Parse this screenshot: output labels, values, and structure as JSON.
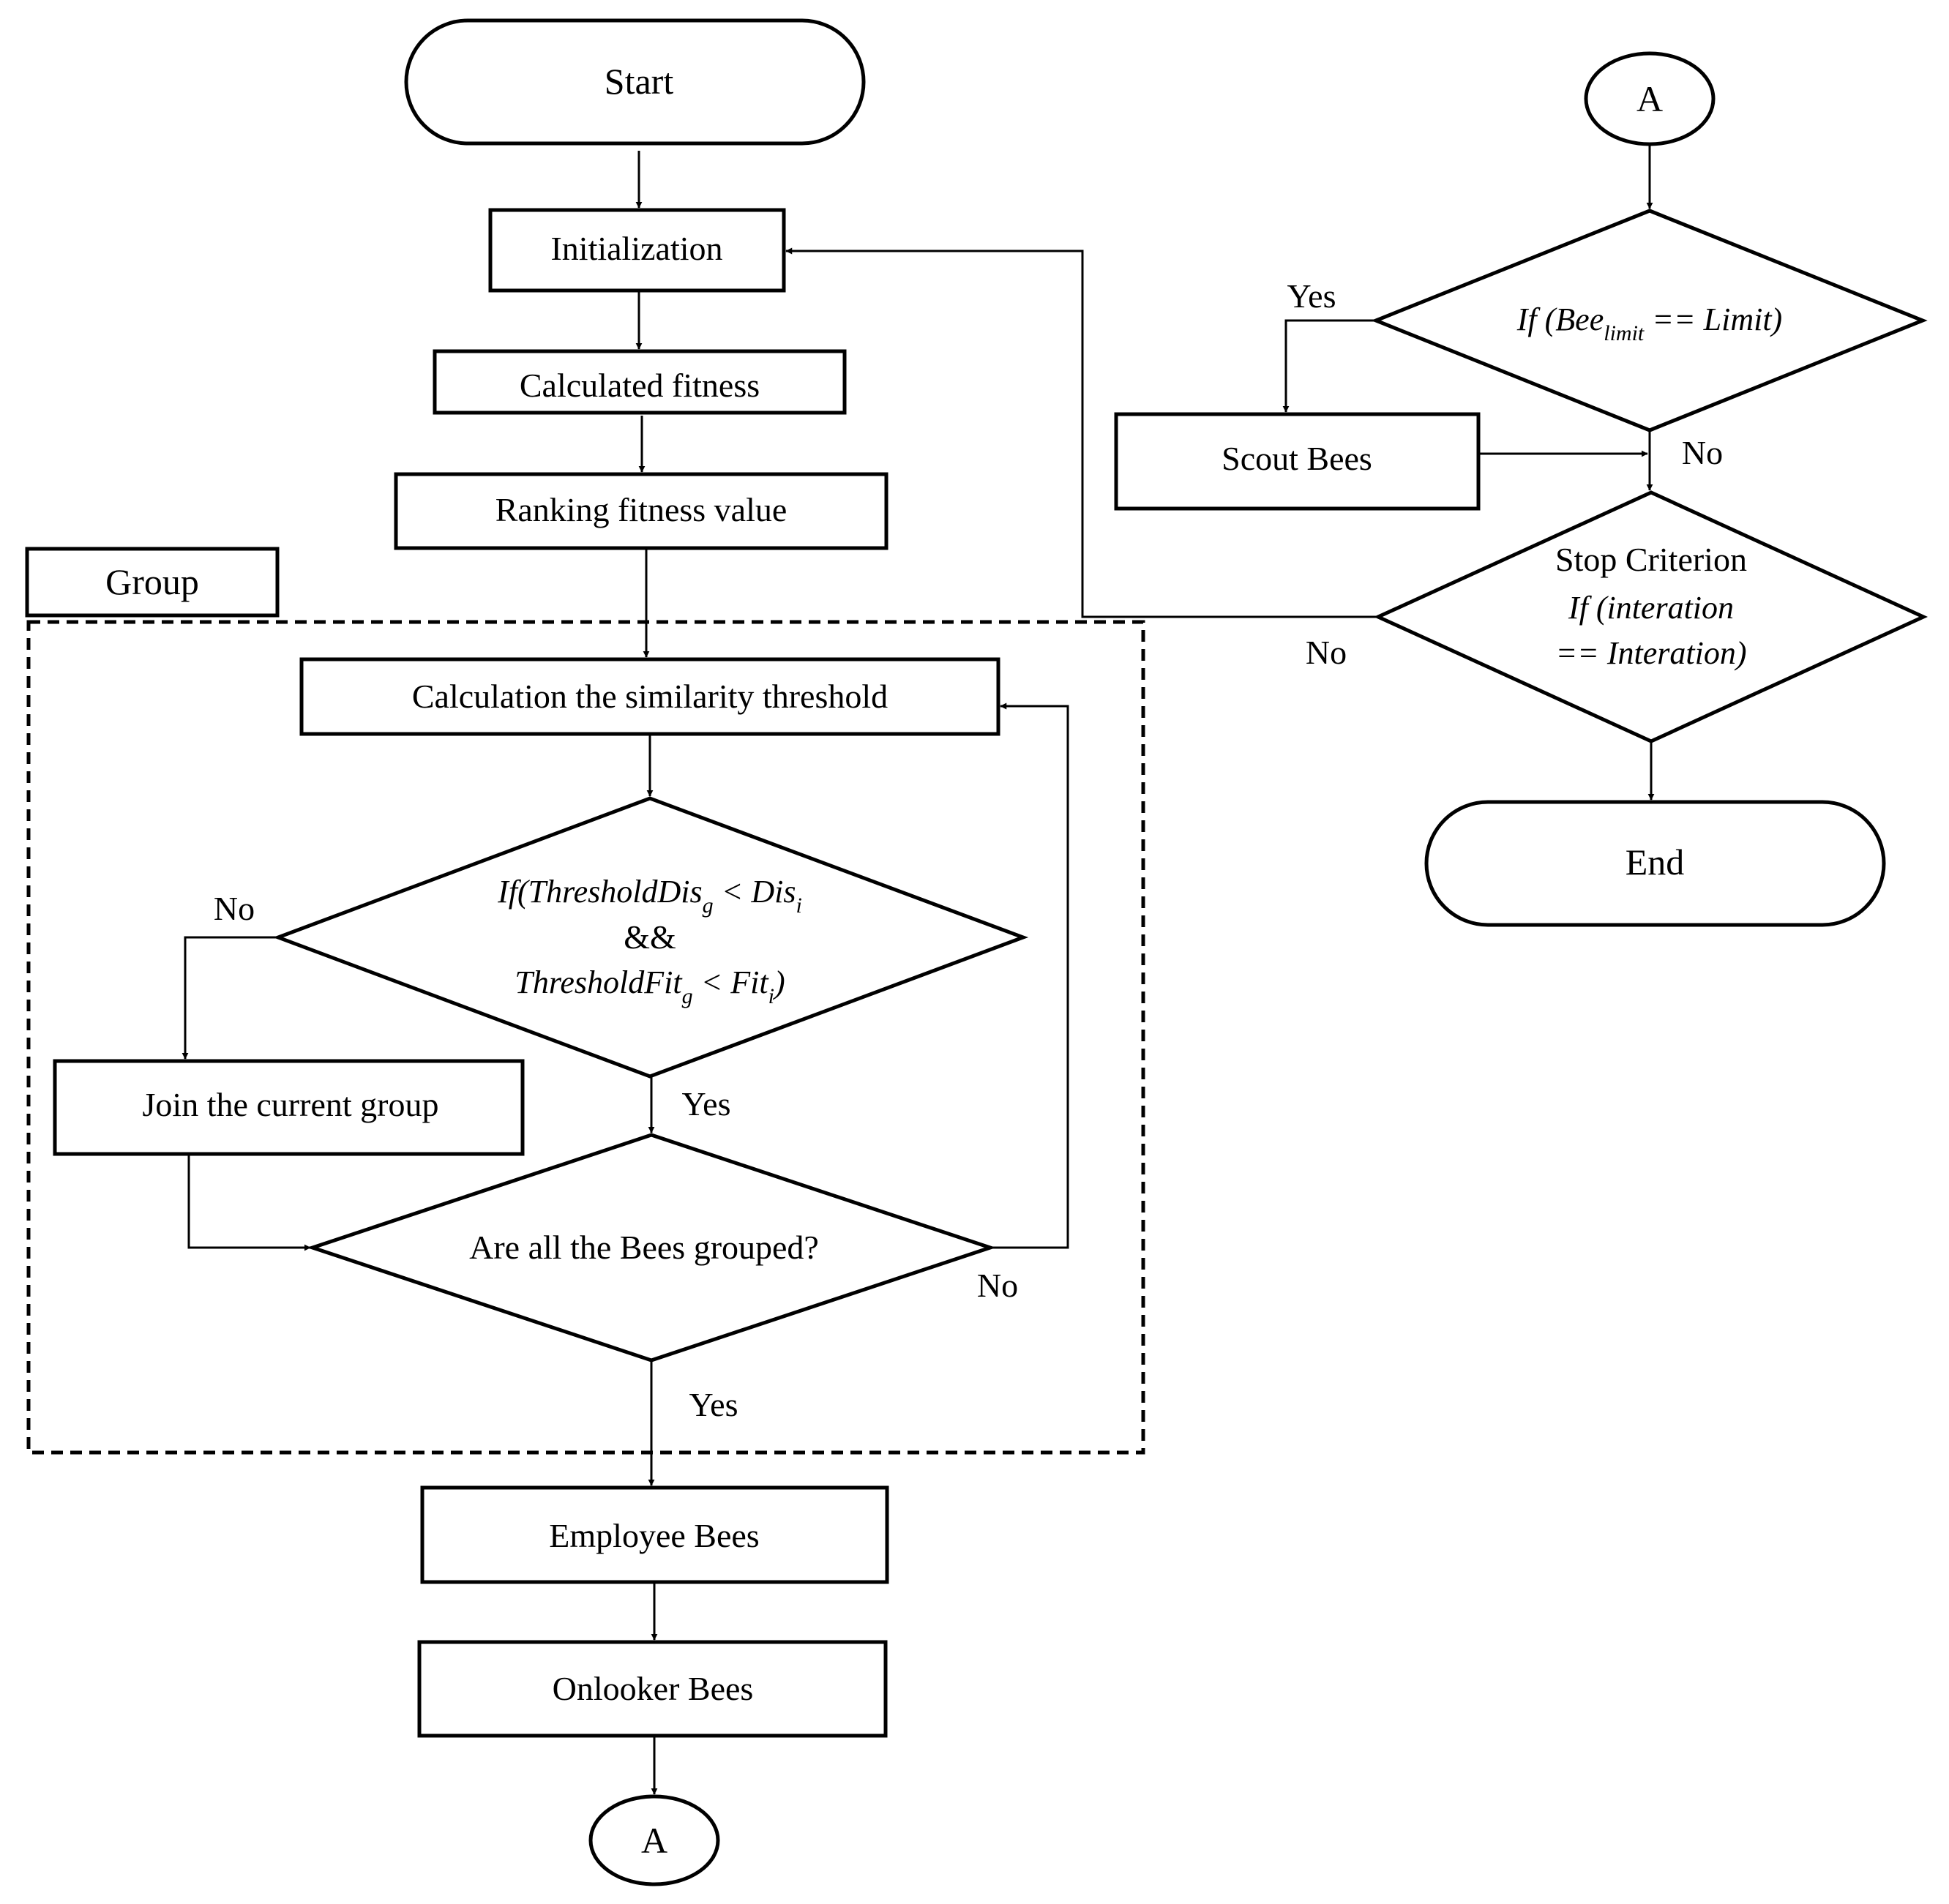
{
  "nodes": {
    "start": "Start",
    "initialization": "Initialization",
    "calculated_fitness": "Calculated fitness",
    "ranking_fitness": "Ranking fitness value",
    "group_label": "Group",
    "similarity_threshold": "Calculation the similarity threshold",
    "decision_threshold": {
      "line1_prefix": "If(ThresholdDis",
      "line1_sub_g": "g",
      "line1_mid": " < Dis",
      "line1_sub_i": "i",
      "line2": "&&",
      "line3_prefix": "ThresholdFit",
      "line3_sub_g": "g",
      "line3_mid": " < Fit",
      "line3_sub_i": "i",
      "line3_suffix": ")"
    },
    "join_group": "Join the current group",
    "all_grouped": "Are all the Bees grouped?",
    "employee_bees": "Employee Bees",
    "onlooker_bees": "Onlooker Bees",
    "connector_bottom": "A",
    "connector_top": "A",
    "decision_limit": {
      "prefix": "If  (Bee",
      "sub": "limit",
      "suffix": " == Limit)"
    },
    "scout_bees": "Scout Bees",
    "stop_criterion": {
      "line1": "Stop Criterion",
      "line2": "If (interation",
      "line3": "== Interation)"
    },
    "end": "End"
  },
  "edge_labels": {
    "threshold_no": "No",
    "threshold_yes": "Yes",
    "grouped_no": "No",
    "grouped_yes": "Yes",
    "limit_yes": "Yes",
    "limit_no": "No",
    "stop_no": "No"
  }
}
